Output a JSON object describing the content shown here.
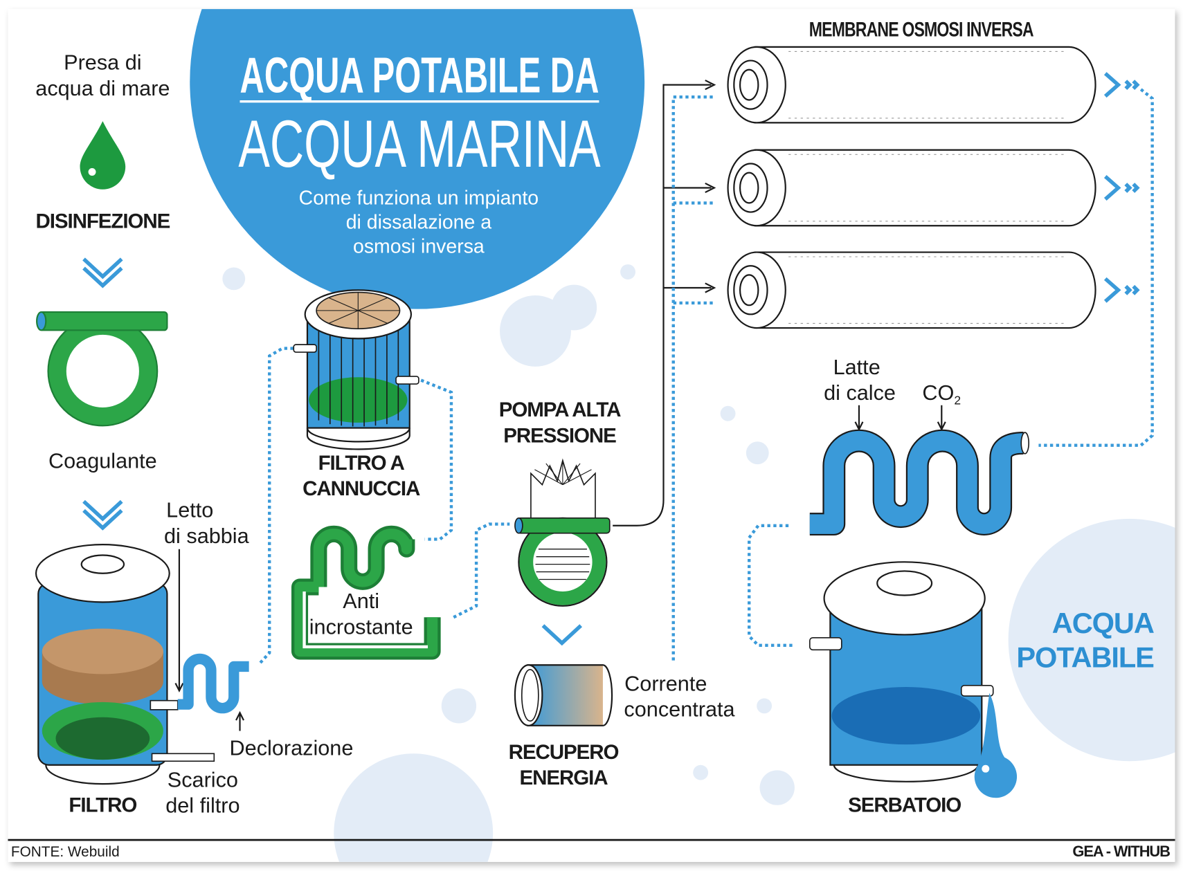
{
  "title": {
    "line1": "ACQUA POTABILE DA",
    "line2": "ACQUA MARINA",
    "subtitle": [
      "Come funziona un impianto",
      "di dissalazione a",
      "osmosi inversa"
    ]
  },
  "left": {
    "intake": [
      "Presa di",
      "acqua di mare"
    ],
    "disinfection": "DISINFEZIONE",
    "coagulant": "Coagulante",
    "sand_bed": [
      "Letto",
      "di sabbia"
    ],
    "dechlorination": "Declorazione",
    "filter_drain": [
      "Scarico",
      "del filtro"
    ],
    "filter": "FILTRO"
  },
  "middle": {
    "cartridge_filter": [
      "FILTRO A",
      "CANNUCCIA"
    ],
    "antiscalant": [
      "Anti",
      "incrostante"
    ],
    "pump": [
      "POMPA ALTA",
      "PRESSIONE"
    ],
    "energy_recovery": [
      "RECUPERO",
      "ENERGIA"
    ],
    "brine": [
      "Corrente",
      "concentrata"
    ]
  },
  "right": {
    "membranes": "MEMBRANE OSMOSI INVERSA",
    "lime": [
      "Latte",
      "di calce"
    ],
    "co2": "CO",
    "co2_sub": "2",
    "tank": "SERBATOIO",
    "potable": [
      "ACQUA",
      "POTABILE"
    ]
  },
  "footer": {
    "source": "FONTE: Webuild",
    "credit": "GEA - WITHUB"
  },
  "colors": {
    "blue": "#3a9ad9",
    "green": "#2ca648",
    "dark_green": "#1d7f36",
    "sand": "#c4966a",
    "bubble": "#e3ecf7"
  }
}
